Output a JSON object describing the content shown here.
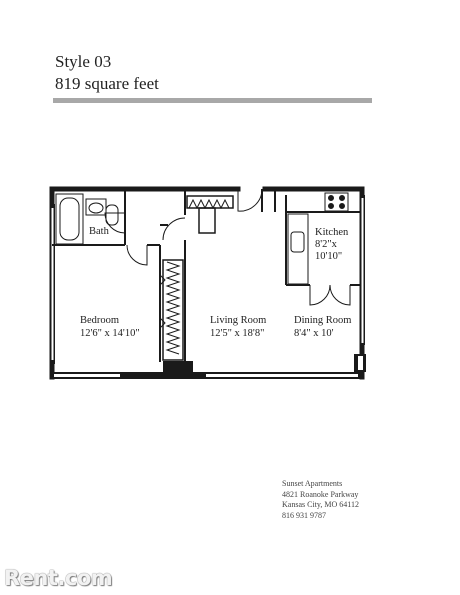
{
  "header": {
    "style_name": "Style 03",
    "square_feet": "819 square feet"
  },
  "rooms": {
    "bath": {
      "name": "Bath"
    },
    "kitchen": {
      "name": "Kitchen",
      "dim_line1": "8'2\"x",
      "dim_line2": "10'10\""
    },
    "bedroom": {
      "name": "Bedroom",
      "dims": "12'6\" x 14'10\""
    },
    "living": {
      "name": "Living Room",
      "dims": "12'5\" x 18'8\""
    },
    "dining": {
      "name": "Dining Room",
      "dims": "8'4\" x 10'"
    }
  },
  "address": {
    "line1": "Sunset Apartments",
    "line2": "4821 Roanoke Parkway",
    "line3": "Kansas City, MO 64112",
    "line4": "816 931 9787"
  },
  "watermark": {
    "text": "Rent.com"
  },
  "colors": {
    "wall": "#1a1a1a",
    "rule": "#a8a8a8"
  }
}
